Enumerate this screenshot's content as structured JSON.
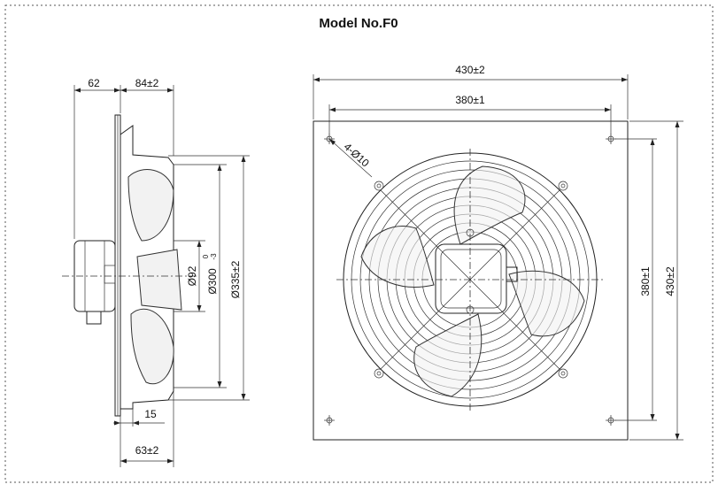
{
  "title": "Model No.F0",
  "side_view": {
    "dim_depth_rear": "62",
    "dim_depth_front": "84±2",
    "dim_hub": "Ø92",
    "dim_inner": "Ø300",
    "dim_inner_tol_upper": "0",
    "dim_inner_tol_lower": "-3",
    "dim_outer": "Ø335±2",
    "dim_flange": "15",
    "dim_base": "63±2"
  },
  "front_view": {
    "dim_plate_width": "430±2",
    "dim_hole_spacing_x": "380±1",
    "dim_holes": "4-Ø10",
    "dim_hole_spacing_y": "380±1",
    "dim_plate_height": "430±2"
  }
}
